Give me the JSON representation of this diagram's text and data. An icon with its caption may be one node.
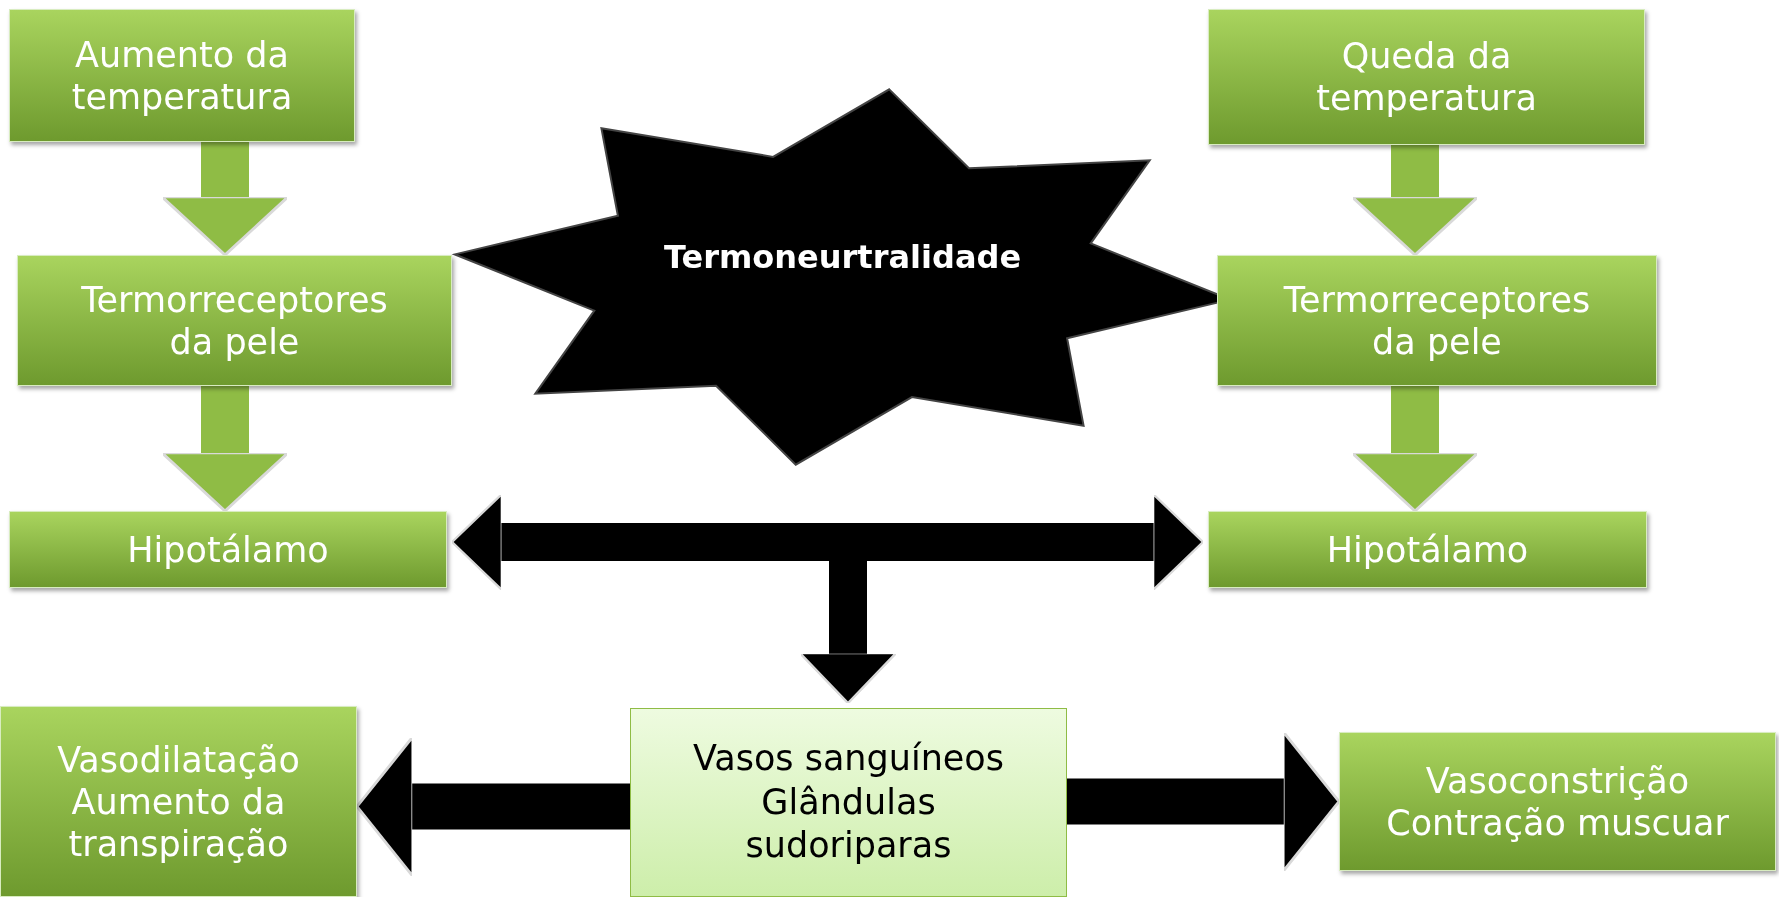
{
  "diagram": {
    "nodes": [
      {
        "text": [
          "Aumento da temperatura"
        ]
      },
      {
        "text": [
          "Termorreceptores da pele"
        ]
      },
      {
        "text": [
          "Hipotálamo"
        ]
      },
      {
        "text": [
          "Termoneurtralidade"
        ]
      },
      {
        "text": [
          "Queda da temperatura"
        ]
      },
      {
        "text": [
          "Termorreceptores da pele"
        ]
      },
      {
        "text": [
          "Hipotálamo"
        ]
      },
      {
        "text": [
          "Vasodilatação",
          "Aumento da transpiração"
        ]
      },
      {
        "text": [
          "Vasos sanguíneos",
          "Glândulas sudoriparas"
        ]
      },
      {
        "text": [
          "Vasoconstrição",
          "Contração muscuar"
        ]
      }
    ],
    "edges": [
      {
        "from": 0,
        "to": 1,
        "arrow": "to",
        "color": "#8fbc45"
      },
      {
        "from": 1,
        "to": 2,
        "arrow": "to",
        "color": "#8fbc45"
      },
      {
        "from": 4,
        "to": 5,
        "arrow": "to",
        "color": "#8fbc45"
      },
      {
        "from": 5,
        "to": 6,
        "arrow": "to",
        "color": "#8fbc45"
      },
      {
        "from": 2,
        "to": 8,
        "arrow": "both",
        "color": "#000000"
      },
      {
        "from": 6,
        "to": 8,
        "arrow": "both",
        "color": "#000000"
      },
      {
        "from": 8,
        "to": 7,
        "arrow": "to",
        "color": "#000000"
      },
      {
        "from": 8,
        "to": 9,
        "arrow": "to",
        "color": "#000000"
      }
    ]
  }
}
